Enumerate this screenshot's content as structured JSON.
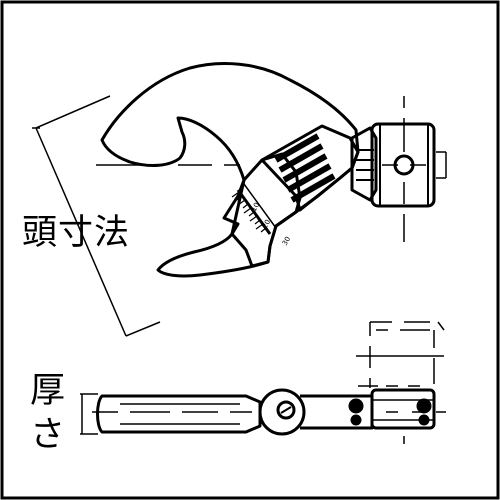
{
  "labels": {
    "head_size": "頭寸法",
    "thickness_1": "厚",
    "thickness_2": "さ"
  },
  "scale_marks": [
    "10",
    "20",
    "30"
  ],
  "colors": {
    "line": "#000000",
    "background": "#ffffff"
  }
}
